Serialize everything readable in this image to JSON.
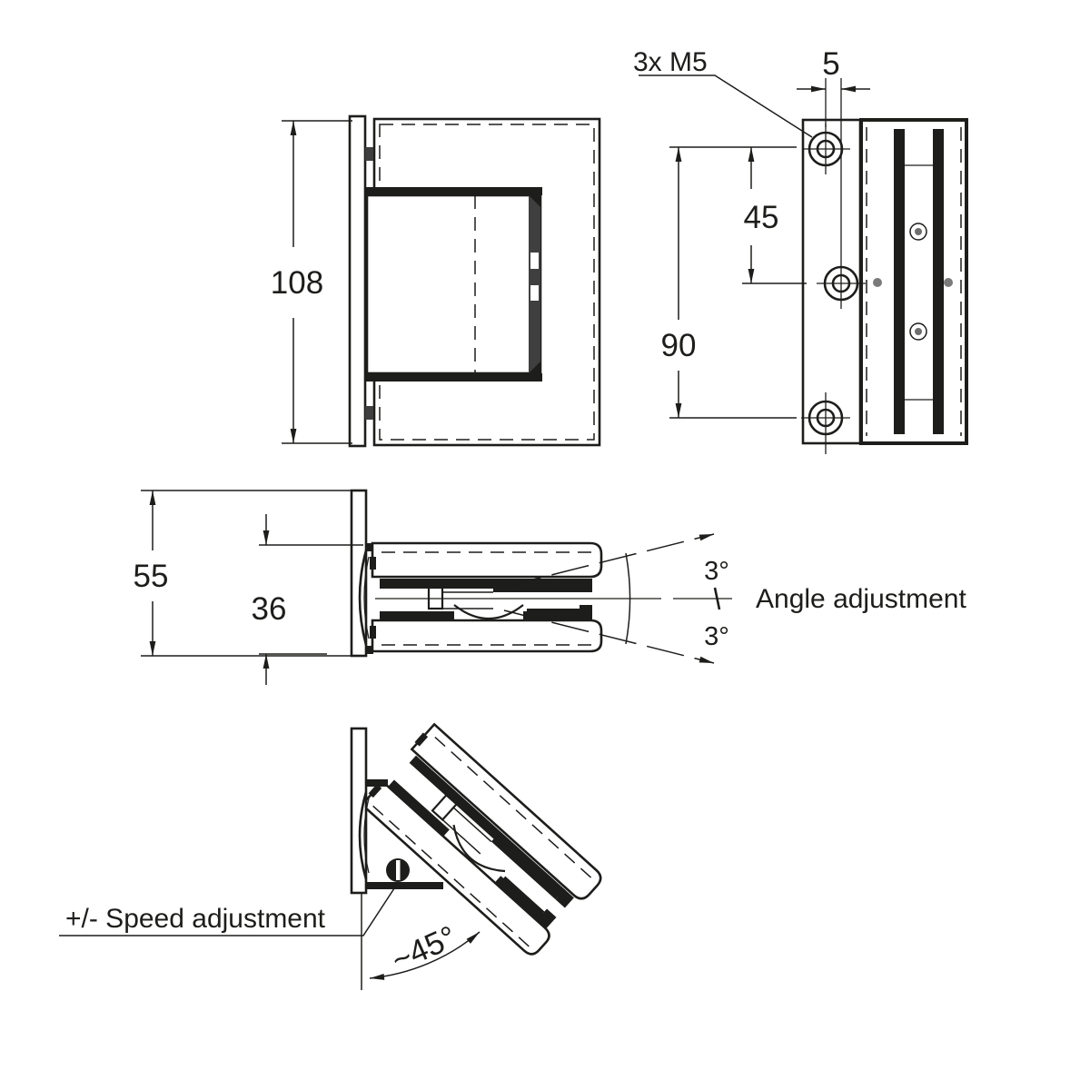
{
  "drawing": {
    "kind": "technical-drawing",
    "ink_color": "#1d1d1b",
    "gray_dot_color": "#7a7a7a",
    "views": {
      "front": {
        "dim_height": "108"
      },
      "side": {
        "thread_callout": "3x M5",
        "dim_hole_offset": "5",
        "dim_hole_spacing": "45",
        "dim_hole_span": "90"
      },
      "top": {
        "dim_overall_depth": "55",
        "dim_body_depth": "36",
        "dim_tilt_up": "3°",
        "dim_tilt_down": "3°",
        "label_angle": "Angle adjustment"
      },
      "open": {
        "label_speed": "+/- Speed adjustment",
        "dim_open_angle": "~45°"
      }
    }
  }
}
